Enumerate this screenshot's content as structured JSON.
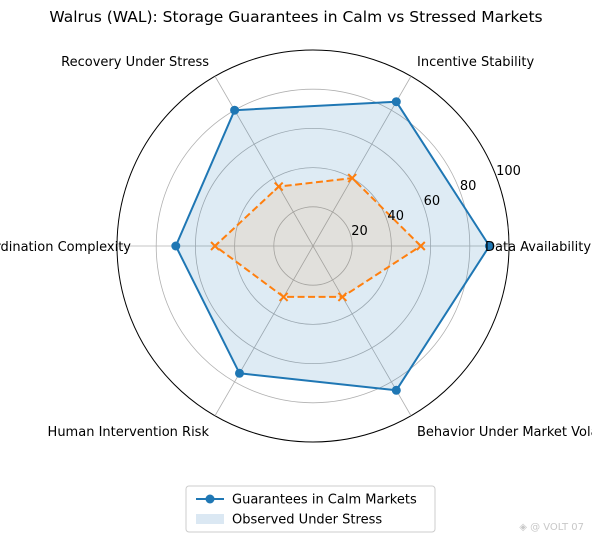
{
  "chart_data": {
    "type": "radar",
    "title": "Walrus (WAL): Storage Guarantees in Calm vs Stressed Markets",
    "categories": [
      "Data Availability",
      "Incentive Stability",
      "Recovery Under Stress",
      "Coordination Complexity",
      "Human Intervention Risk",
      "Behavior Under Market Volatility"
    ],
    "radial_ticks": [
      "20",
      "40",
      "60",
      "80",
      "100"
    ],
    "rlim": [
      0,
      100
    ],
    "grid": true,
    "legend_position": "bottom-center",
    "series": [
      {
        "name": "Guarantees in Calm Markets",
        "values": [
          90,
          85,
          80,
          70,
          75,
          85
        ],
        "line_style": "solid",
        "marker": "circle",
        "color": "#1f77b4"
      },
      {
        "name": "",
        "values": [
          55,
          40,
          35,
          50,
          30,
          30
        ],
        "line_style": "dashed",
        "marker": "x",
        "color": "#ff7f0e"
      }
    ],
    "legend": [
      {
        "label": "Guarantees in Calm Markets",
        "kind": "line-marker",
        "color": "#1f77b4"
      },
      {
        "label": "Observed Under Stress",
        "kind": "patch",
        "color": "#dbe8f3"
      }
    ]
  },
  "watermark": "◈ @ VOLT 07"
}
